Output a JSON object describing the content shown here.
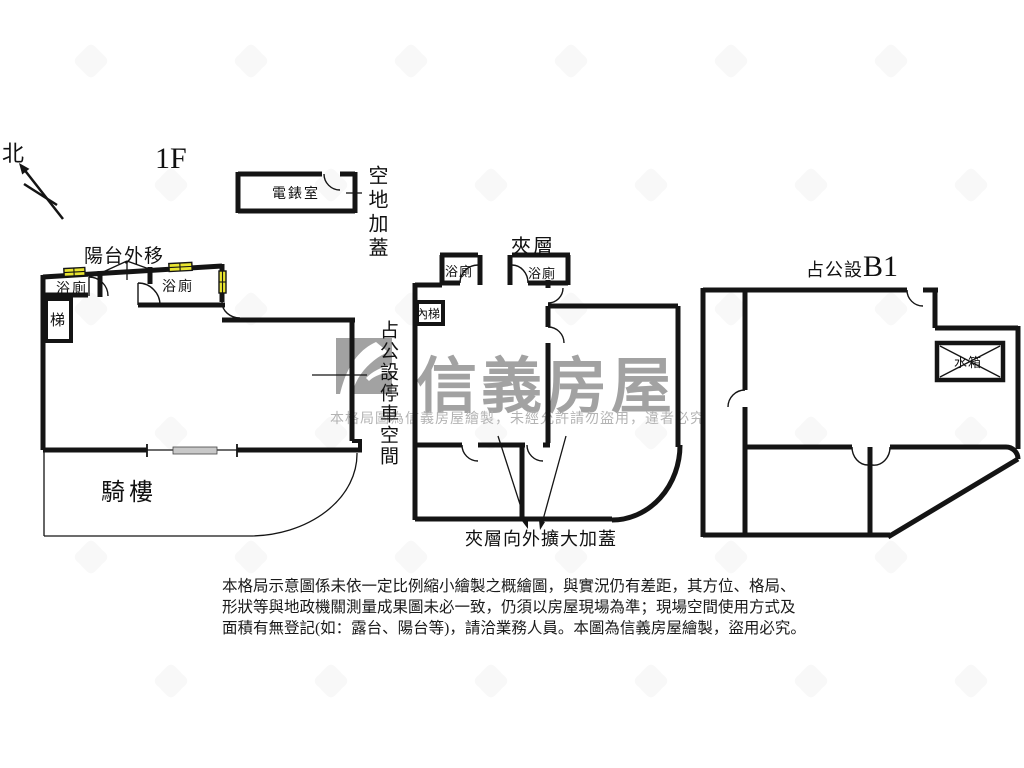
{
  "compass": {
    "label": "北"
  },
  "floor1": {
    "title": "1F",
    "meter_room": "電錶室",
    "open_space_note": "空地加蓋",
    "balcony_note": "陽台外移",
    "bath_left": "浴廁",
    "bath_right": "浴廁",
    "stairs": "梯",
    "arcade": "騎樓",
    "parking_note": "占公設停車空間"
  },
  "mezzanine": {
    "title": "夾層",
    "bath_left": "浴廁",
    "bath_right": "浴廁",
    "inner_stairs": "內梯",
    "expand_note": "夾層向外擴大加蓋"
  },
  "basement": {
    "title_prefix": "占公設",
    "title_suffix": "B1",
    "water_tank": "水箱"
  },
  "watermark": {
    "brand": "信義房屋",
    "notice": "本格局圖為信義房屋繪製，未經允許請勿盜用，違者必究"
  },
  "disclaimer": {
    "line1": "本格局示意圖係未依一定比例縮小繪製之概繪圖，與實況仍有差距，其方位、格局、",
    "line2": "形狀等與地政機關測量成果圖未必一致，仍須以房屋現場為準；現場空間使用方式及",
    "line3": "面積有無登記(如：露台、陽台等)，請洽業務人員。本圖為信義房屋繪製，盜用必究。"
  },
  "colors": {
    "wall": "#141414",
    "window": "#e8e431",
    "sliding": "#c8c8c8",
    "brand-gray": "#a2a2a2"
  }
}
